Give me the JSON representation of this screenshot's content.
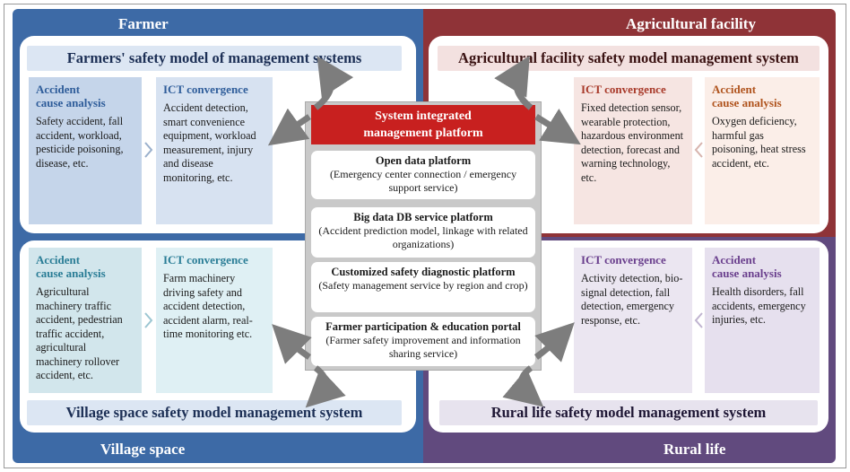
{
  "center": {
    "title_line1": "System integrated",
    "title_line2": "management platform",
    "platforms": [
      {
        "title": "Open data platform",
        "desc": "(Emergency center connection / emergency support service)"
      },
      {
        "title": "Big data DB service platform",
        "desc": "(Accident prediction model, linkage with related organizations)"
      },
      {
        "title": "Customized safety diagnostic platform",
        "desc": "(Safety management service by region and crop)"
      },
      {
        "title": "Farmer participation & education portal",
        "desc": "(Farmer safety improvement and information sharing service)"
      }
    ]
  },
  "farmer": {
    "label": "Farmer",
    "system": "Farmers' safety model of management systems",
    "cause": {
      "title_line1": "Accident",
      "title_line2": "cause analysis",
      "body": "Safety accident, fall accident, workload, pesticide poisoning, disease, etc."
    },
    "ict": {
      "title": "ICT convergence",
      "body": "Accident detection, smart convenience equipment, workload measurement, injury and disease monitoring, etc."
    }
  },
  "facility": {
    "label": "Agricultural facility",
    "system": "Agricultural facility safety model management system",
    "ict": {
      "title": "ICT convergence",
      "body": "Fixed detection sensor, wearable protection, hazardous environment detection, forecast and warning technology, etc."
    },
    "cause": {
      "title_line1": "Accident",
      "title_line2": "cause analysis",
      "body": "Oxygen deficiency, harmful gas poisoning, heat stress accident, etc."
    }
  },
  "village": {
    "label": "Village space",
    "system": "Village space safety model management system",
    "cause": {
      "title_line1": "Accident",
      "title_line2": "cause analysis",
      "body": "Agricultural machinery traffic accident, pedestrian traffic accident, agricultural machinery rollover accident, etc."
    },
    "ict": {
      "title": "ICT convergence",
      "body": "Farm machinery driving safety and accident detection, accident alarm, real-time monitoring etc."
    }
  },
  "rural": {
    "label": "Rural life",
    "system": "Rural life safety model management system",
    "ict": {
      "title": "ICT convergence",
      "body": "Activity detection, bio-signal detection, fall detection, emergency response, etc."
    },
    "cause": {
      "title_line1": "Accident",
      "title_line2": "cause analysis",
      "body": "Health disorders, fall accidents, emergency injuries, etc."
    }
  },
  "colors": {
    "farmer_blue": "#3d6aa6",
    "facility_red": "#8f3337",
    "rural_purple": "#614a7e",
    "platform_red": "#c8201f",
    "arrow_gray": "#7d7d7d"
  }
}
